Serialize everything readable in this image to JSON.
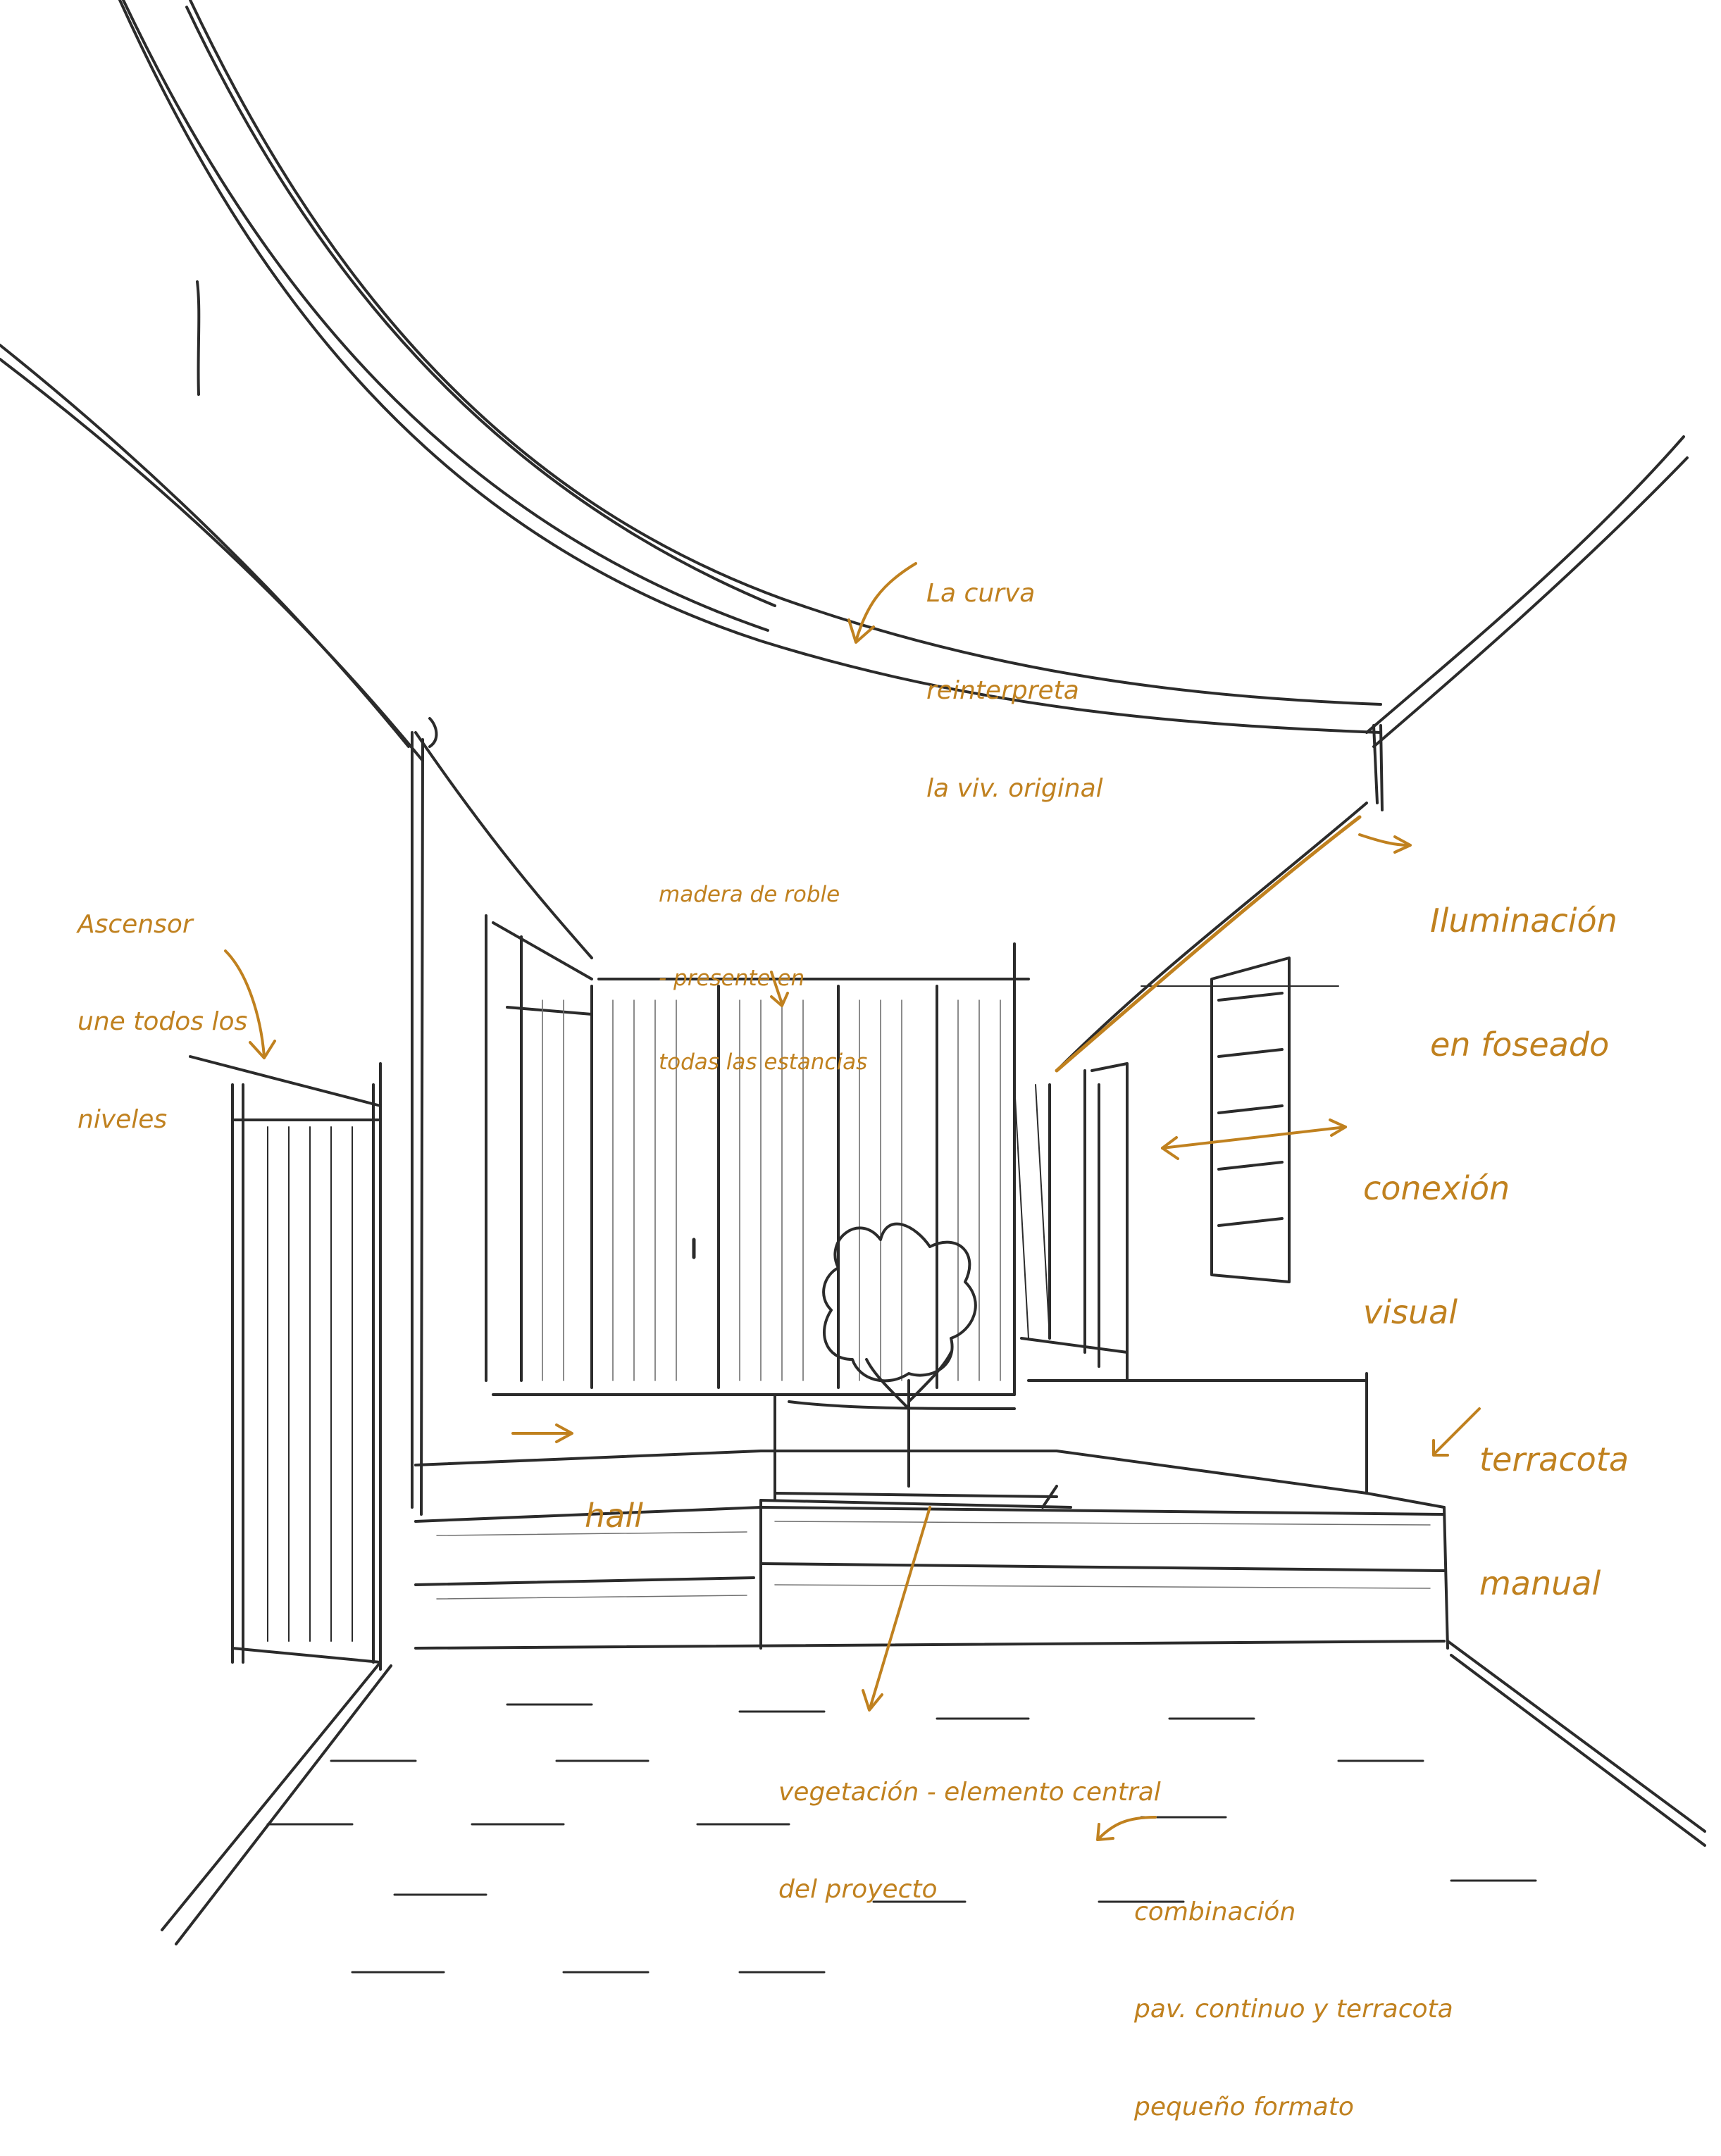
{
  "annotations": {
    "curve": {
      "lines": [
        "La curva",
        "reinterpreta",
        "la viv. original"
      ]
    },
    "elevator": {
      "lines": [
        "Ascensor",
        "une todos los",
        "niveles"
      ]
    },
    "oak": {
      "lines": [
        "madera de roble",
        "- presente en",
        "todas las estancias"
      ]
    },
    "lighting": {
      "lines": [
        "Iluminación",
        "en foseado"
      ]
    },
    "visual": {
      "lines": [
        "conexión",
        "visual"
      ]
    },
    "terracotta": {
      "lines": [
        "terracota",
        "manual"
      ]
    },
    "hall": {
      "lines": [
        "hall"
      ]
    },
    "vegetation": {
      "lines": [
        "vegetación - elemento central",
        "del proyecto"
      ]
    },
    "paving": {
      "lines": [
        "combinación",
        "pav. continuo y terracota",
        "pequeño formato"
      ]
    }
  },
  "colors": {
    "ink": "#2b2b2b",
    "annotation": "#c0811f"
  }
}
